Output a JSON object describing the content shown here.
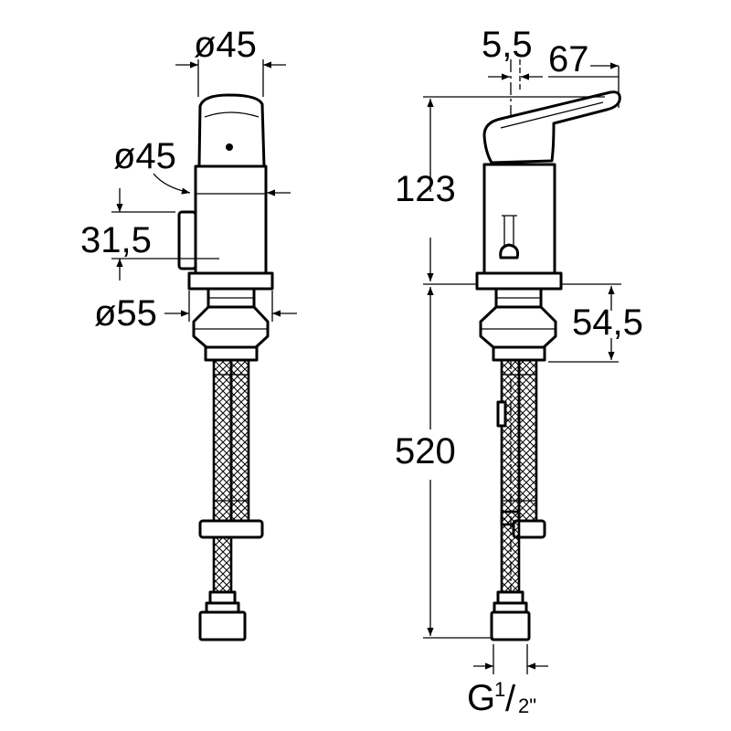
{
  "front_view": {
    "dims": {
      "top_diameter": "ø45",
      "body_diameter": "ø45",
      "handle_offset": "31,5",
      "base_diameter": "ø55"
    }
  },
  "side_view": {
    "dims": {
      "handle_offset": "5,5",
      "handle_reach": "67",
      "body_height": "123",
      "shank_height": "54,5",
      "hose_length": "520",
      "connection": "G",
      "connection_num": "1",
      "connection_den": "2\""
    }
  },
  "colors": {
    "line": "#000000",
    "background": "#ffffff"
  }
}
